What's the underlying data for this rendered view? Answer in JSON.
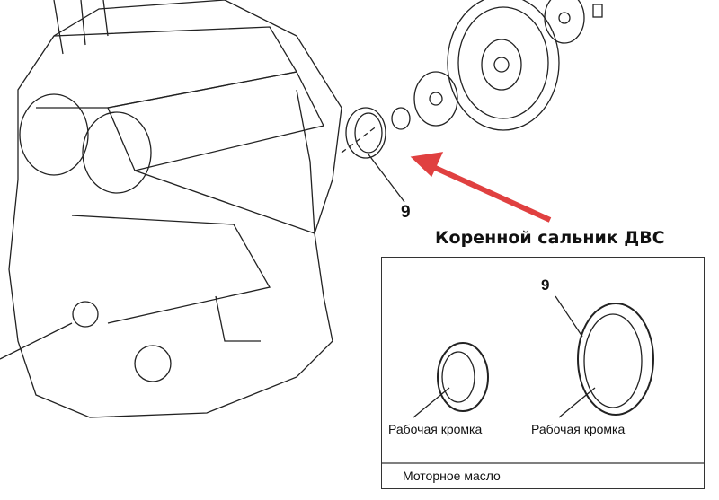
{
  "diagram": {
    "part_number": "9",
    "caption": "Коренной сальник ДВС",
    "arrow_color": "#e04040",
    "inset": {
      "part_number": "9",
      "left_label": "Рабочая кромка",
      "right_label": "Рабочая кромка",
      "footer": "Моторное масло"
    }
  }
}
